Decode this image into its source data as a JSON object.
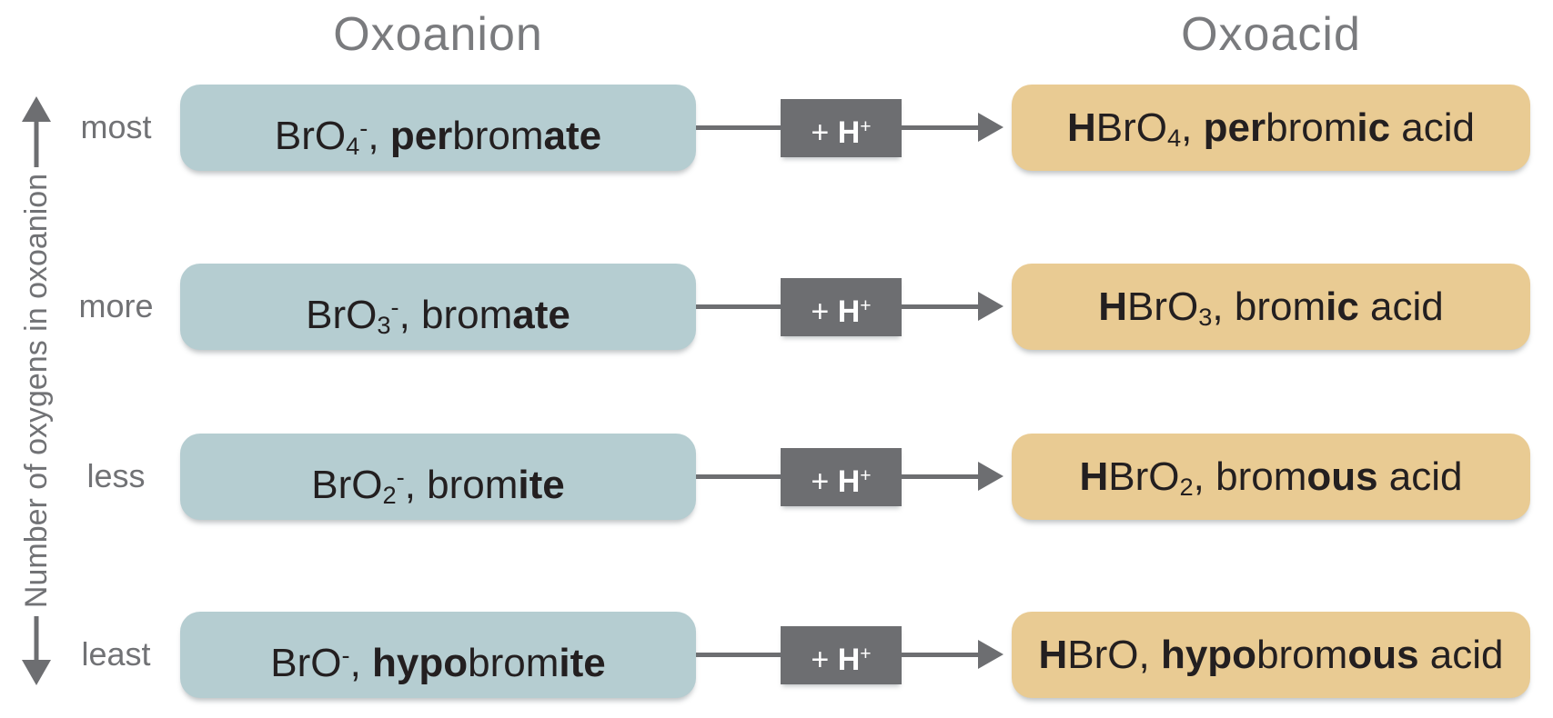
{
  "headers": {
    "left": "Oxoanion",
    "right": "Oxoacid"
  },
  "axis": {
    "label": "Number of oxygens in oxoanion"
  },
  "colors": {
    "anion_box": "#b5cdd1",
    "acid_box": "#e9cb93",
    "connector": "#6d6e71",
    "heading_text": "#7a7b7e",
    "label_text": "#717275",
    "box_text": "#231f20",
    "plus_text": "#ffffff"
  },
  "rows": [
    {
      "level": "most",
      "anion_segments": [
        {
          "t": "BrO"
        },
        {
          "t": "4",
          "style": "sub"
        },
        {
          "t": "-",
          "style": "sup"
        },
        {
          "t": ", "
        },
        {
          "t": "per",
          "style": "bold"
        },
        {
          "t": "brom"
        },
        {
          "t": "ate",
          "style": "bold"
        }
      ],
      "plus_segments": [
        {
          "t": "+ "
        },
        {
          "t": "H",
          "style": "bold"
        },
        {
          "t": "+",
          "style": "sup"
        }
      ],
      "acid_segments": [
        {
          "t": "H",
          "style": "bold"
        },
        {
          "t": "BrO"
        },
        {
          "t": "4",
          "style": "sub"
        },
        {
          "t": ", "
        },
        {
          "t": "per",
          "style": "bold"
        },
        {
          "t": "brom"
        },
        {
          "t": "ic",
          "style": "bold"
        },
        {
          "t": " acid"
        }
      ]
    },
    {
      "level": "more",
      "anion_segments": [
        {
          "t": "BrO"
        },
        {
          "t": "3",
          "style": "sub"
        },
        {
          "t": "-",
          "style": "sup"
        },
        {
          "t": ", "
        },
        {
          "t": "brom"
        },
        {
          "t": "ate",
          "style": "bold"
        }
      ],
      "plus_segments": [
        {
          "t": "+ "
        },
        {
          "t": "H",
          "style": "bold"
        },
        {
          "t": "+",
          "style": "sup"
        }
      ],
      "acid_segments": [
        {
          "t": "H",
          "style": "bold"
        },
        {
          "t": "BrO"
        },
        {
          "t": "3",
          "style": "sub"
        },
        {
          "t": ", "
        },
        {
          "t": "brom"
        },
        {
          "t": "ic",
          "style": "bold"
        },
        {
          "t": " acid"
        }
      ]
    },
    {
      "level": "less",
      "anion_segments": [
        {
          "t": "BrO"
        },
        {
          "t": "2",
          "style": "sub"
        },
        {
          "t": "-",
          "style": "sup"
        },
        {
          "t": ", "
        },
        {
          "t": "brom"
        },
        {
          "t": "ite",
          "style": "bold"
        }
      ],
      "plus_segments": [
        {
          "t": "+ "
        },
        {
          "t": "H",
          "style": "bold"
        },
        {
          "t": "+",
          "style": "sup"
        }
      ],
      "acid_segments": [
        {
          "t": "H",
          "style": "bold"
        },
        {
          "t": "BrO"
        },
        {
          "t": "2",
          "style": "sub"
        },
        {
          "t": ", "
        },
        {
          "t": "brom"
        },
        {
          "t": "ous",
          "style": "bold"
        },
        {
          "t": " acid"
        }
      ]
    },
    {
      "level": "least",
      "anion_segments": [
        {
          "t": "BrO"
        },
        {
          "t": "-",
          "style": "sup"
        },
        {
          "t": ", "
        },
        {
          "t": "hypo",
          "style": "bold"
        },
        {
          "t": "brom"
        },
        {
          "t": "ite",
          "style": "bold"
        }
      ],
      "plus_segments": [
        {
          "t": "+ "
        },
        {
          "t": "H",
          "style": "bold"
        },
        {
          "t": "+",
          "style": "sup"
        }
      ],
      "acid_segments": [
        {
          "t": "H",
          "style": "bold"
        },
        {
          "t": "BrO"
        },
        {
          "t": ", "
        },
        {
          "t": "hypo",
          "style": "bold"
        },
        {
          "t": "brom"
        },
        {
          "t": "ous",
          "style": "bold"
        },
        {
          "t": " acid"
        }
      ]
    }
  ]
}
